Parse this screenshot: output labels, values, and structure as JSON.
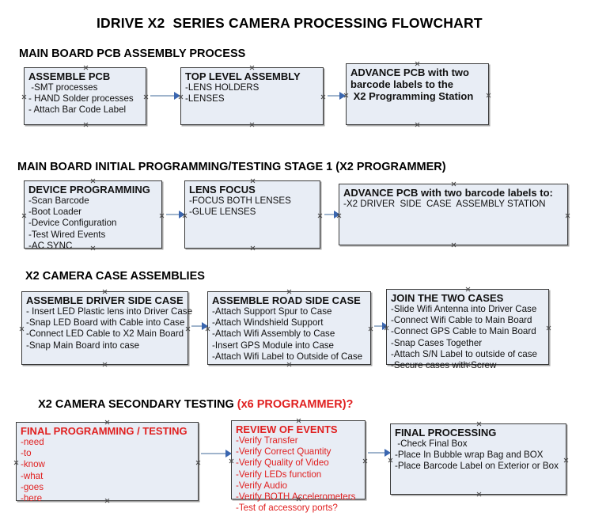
{
  "document": {
    "title": "IDRIVE X2  SERIES CAMERA PROCESSING FLOWCHART",
    "accent_blue": "#e8edf5",
    "accent_red": "#e02020",
    "border_color": "#3a3a3a",
    "arrow_color": "#3a66b0"
  },
  "sections": [
    {
      "id": "main-board-pcb-assembly",
      "heading": "MAIN BOARD PCB ASSEMBLY PROCESS",
      "heading_suffix": "",
      "boxes": [
        {
          "id": "assemble-pcb",
          "title": "ASSEMBLE PCB",
          "lines": [
            " -SMT processes",
            "- HAND Solder processes",
            "- Attach Bar Code Label"
          ]
        },
        {
          "id": "top-level-assembly",
          "title": "TOP LEVEL ASSEMBLY",
          "lines": [
            "-LENS HOLDERS",
            "-LENSES"
          ]
        },
        {
          "id": "advance-pcb-programming-station",
          "title": "ADVANCE PCB with two",
          "title2": "barcode labels to the",
          "title3": " X2 Programming Station",
          "lines": []
        }
      ]
    },
    {
      "id": "main-board-initial-programming",
      "heading": "MAIN BOARD INITIAL PROGRAMMING/TESTING STAGE 1 (X2 PROGRAMMER)",
      "heading_suffix": "",
      "boxes": [
        {
          "id": "device-programming",
          "title": "DEVICE PROGRAMMING",
          "lines": [
            "-Scan Barcode",
            "-Boot Loader",
            "-Device Configuration",
            "-Test Wired Events",
            "-AC SYNC"
          ]
        },
        {
          "id": "lens-focus",
          "title": "LENS FOCUS",
          "lines": [
            "-FOCUS BOTH LENSES",
            "-GLUE LENSES"
          ]
        },
        {
          "id": "advance-pcb-driver-side",
          "title": "ADVANCE PCB with two barcode labels to:",
          "lines": [
            "-X2 DRIVER  SIDE  CASE  ASSEMBLY STATION"
          ]
        }
      ]
    },
    {
      "id": "x2-camera-case-assemblies",
      "heading": "X2 CAMERA CASE ASSEMBLIES",
      "heading_suffix": "",
      "boxes": [
        {
          "id": "assemble-driver-side-case",
          "title": "ASSEMBLE DRIVER SIDE CASE",
          "lines": [
            "- Insert LED Plastic lens into Driver Case",
            "-Snap LED Board with Cable into Case",
            "-Connect LED Cable to X2 Main Board",
            "-Snap Main Board into case"
          ]
        },
        {
          "id": "assemble-road-side-case",
          "title": "ASSEMBLE ROAD SIDE CASE",
          "lines": [
            "-Attach Support Spur to Case",
            "-Attach Windshield Support",
            "-Attach Wifi Assembly to Case",
            "-Insert GPS Module into Case",
            "-Attach Wifi Label to Outside of Case"
          ]
        },
        {
          "id": "join-the-two-cases",
          "title": "JOIN THE TWO CASES",
          "lines": [
            "-Slide Wifi Antenna into Driver Case",
            "-Connect Wifi Cable to Main Board",
            "-Connect GPS Cable to Main Board",
            "-Snap Cases Together",
            "-Attach S/N Label to outside of case",
            "-Secure cases with Screw"
          ]
        }
      ]
    },
    {
      "id": "x2-camera-secondary-testing",
      "heading": "X2 CAMERA SECONDARY TESTING ",
      "heading_suffix": "(x6 PROGRAMMER)?",
      "boxes": [
        {
          "id": "final-programming-testing",
          "title": "FINAL PROGRAMMING / TESTING",
          "lines": [
            "-need",
            "-to",
            "-know",
            "-what",
            "-goes",
            "-here"
          ]
        },
        {
          "id": "review-of-events",
          "title": "REVIEW OF EVENTS",
          "lines": [
            "-Verify Transfer",
            "-Verify Correct Quantity",
            "-Verify Quality of Video",
            "-Verify LEDs function",
            "-Verify Audio",
            "-Verify BOTH Accelerometers",
            "-Test of accessory ports?"
          ]
        },
        {
          "id": "final-processing",
          "title": "FINAL PROCESSING",
          "lines": [
            " -Check Final Box",
            "-Place In Bubble wrap Bag and BOX",
            "-Place Barcode Label on Exterior or Box"
          ]
        }
      ]
    }
  ]
}
